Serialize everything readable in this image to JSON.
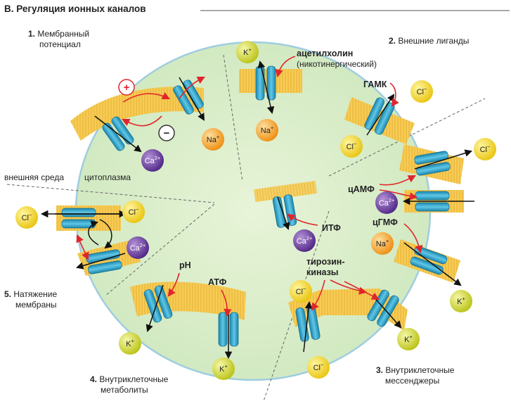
{
  "title": "B. Регуляция ионных каналов",
  "sections": [
    {
      "num": "1.",
      "line1": "Мембранный",
      "line2": "потенциал"
    },
    {
      "num": "2.",
      "line1": "Внешние лиганды",
      "line2": ""
    },
    {
      "num": "3.",
      "line1": "Внутриклеточные",
      "line2": "мессенджеры"
    },
    {
      "num": "4.",
      "line1": "Внутриклеточные",
      "line2": "метаболиты"
    },
    {
      "num": "5.",
      "line1": "Натяжение",
      "line2": "мембраны"
    }
  ],
  "labels": {
    "outside": "внешняя среда",
    "inside": "цитоплазма",
    "plus": "+",
    "minus": "−",
    "acetylcholine": "ацетилхолин",
    "nicotinic": "(никотинергический)",
    "gaba": "ГАМК",
    "camp": "цАМФ",
    "cgmp": "цГМФ",
    "itf": "ИТФ",
    "tyrosine1": "тирозин-",
    "tyrosine2": "киназы",
    "ph": "pH",
    "atf": "АТФ"
  },
  "ions": {
    "na": {
      "base": "Na",
      "charge": "+"
    },
    "k": {
      "base": "K",
      "charge": "+"
    },
    "cl": {
      "base": "Cl",
      "charge": "−"
    },
    "ca": {
      "base": "Ca",
      "charge": "2+"
    }
  },
  "colors": {
    "k": "#d6dd2a",
    "cl": "#f5d81c",
    "na": "#f7a91e",
    "ca": "#6c3fa3",
    "channel": "#29a8cf",
    "membrane": "#f7cc55",
    "cell": "#dcefc6",
    "arrow_red": "#e0262c"
  }
}
